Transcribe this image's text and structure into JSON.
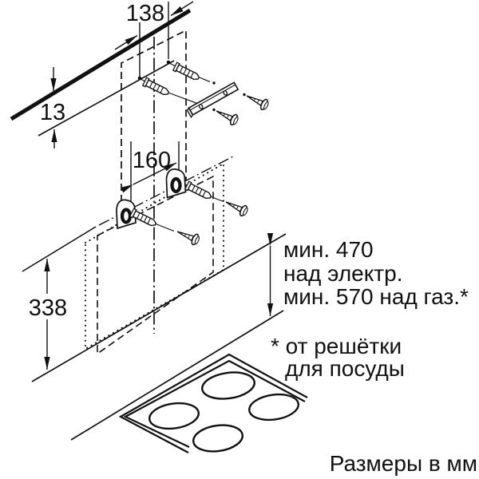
{
  "colors": {
    "ink": "#111111",
    "background": "#ffffff"
  },
  "dimensions": {
    "top_hole_spacing": "138",
    "ceiling_offset": "13",
    "keyhole_spacing": "160",
    "hood_height": "338"
  },
  "clearance": {
    "line1": "мин. 470",
    "line2": "над электр.",
    "line3": "мин. 570 над газ.*"
  },
  "footnote": {
    "line1": "* от решётки",
    "line2": "для посуды"
  },
  "units_note": "Размеры в мм"
}
